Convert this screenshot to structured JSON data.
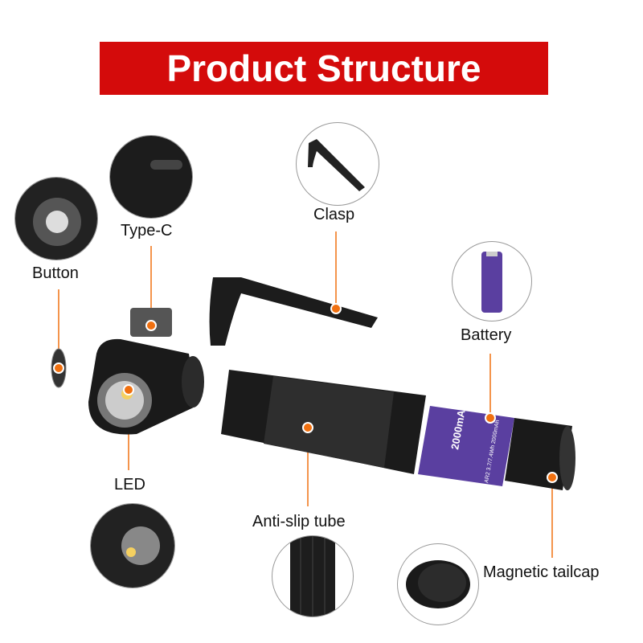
{
  "title": "Product Structure",
  "labels": {
    "button": "Button",
    "type_c": "Type-C",
    "clasp": "Clasp",
    "battery": "Battery",
    "led": "LED",
    "tube": "Anti-slip tube",
    "tailcap": "Magnetic tailcap"
  },
  "battery_print": {
    "capacity": "2000mAh",
    "spec": "AR2 3.7/7.4Wh 2000mAh"
  },
  "colors": {
    "banner": "#d40b0b",
    "marker": "#f07010",
    "battery": "#5a3fa0"
  }
}
